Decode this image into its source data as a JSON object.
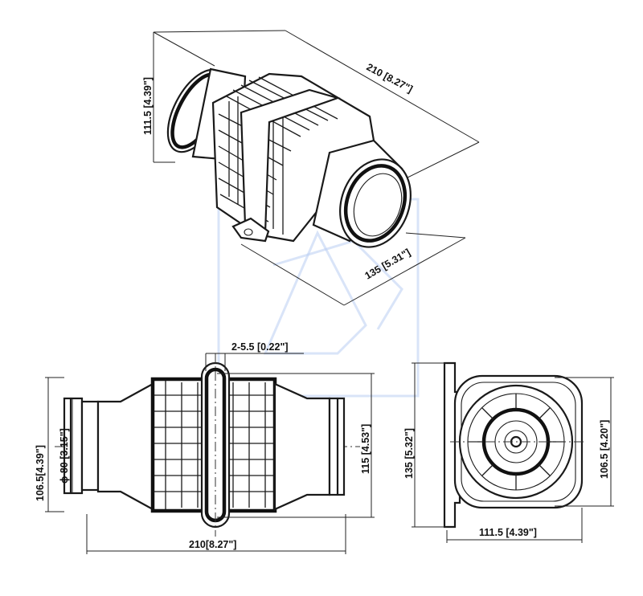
{
  "dimensions": {
    "iso_length": "210 [8.27\"]",
    "iso_height": "111.5 [4.39\"]",
    "iso_width": "135 [5.31\"]",
    "side_hole": "2-5.5 [0.22\"]",
    "side_outer_dia": "106.5[4.39\"]",
    "side_inner_dia": "ϕ 80 [3.15\"]",
    "side_band_height": "115 [4.53\"]",
    "side_length": "210[8.27\"]",
    "end_height": "135 [5.32\"]",
    "end_outer_dia": "106.5 [4.20\"]",
    "end_width": "111.5 [4.39\"]"
  }
}
